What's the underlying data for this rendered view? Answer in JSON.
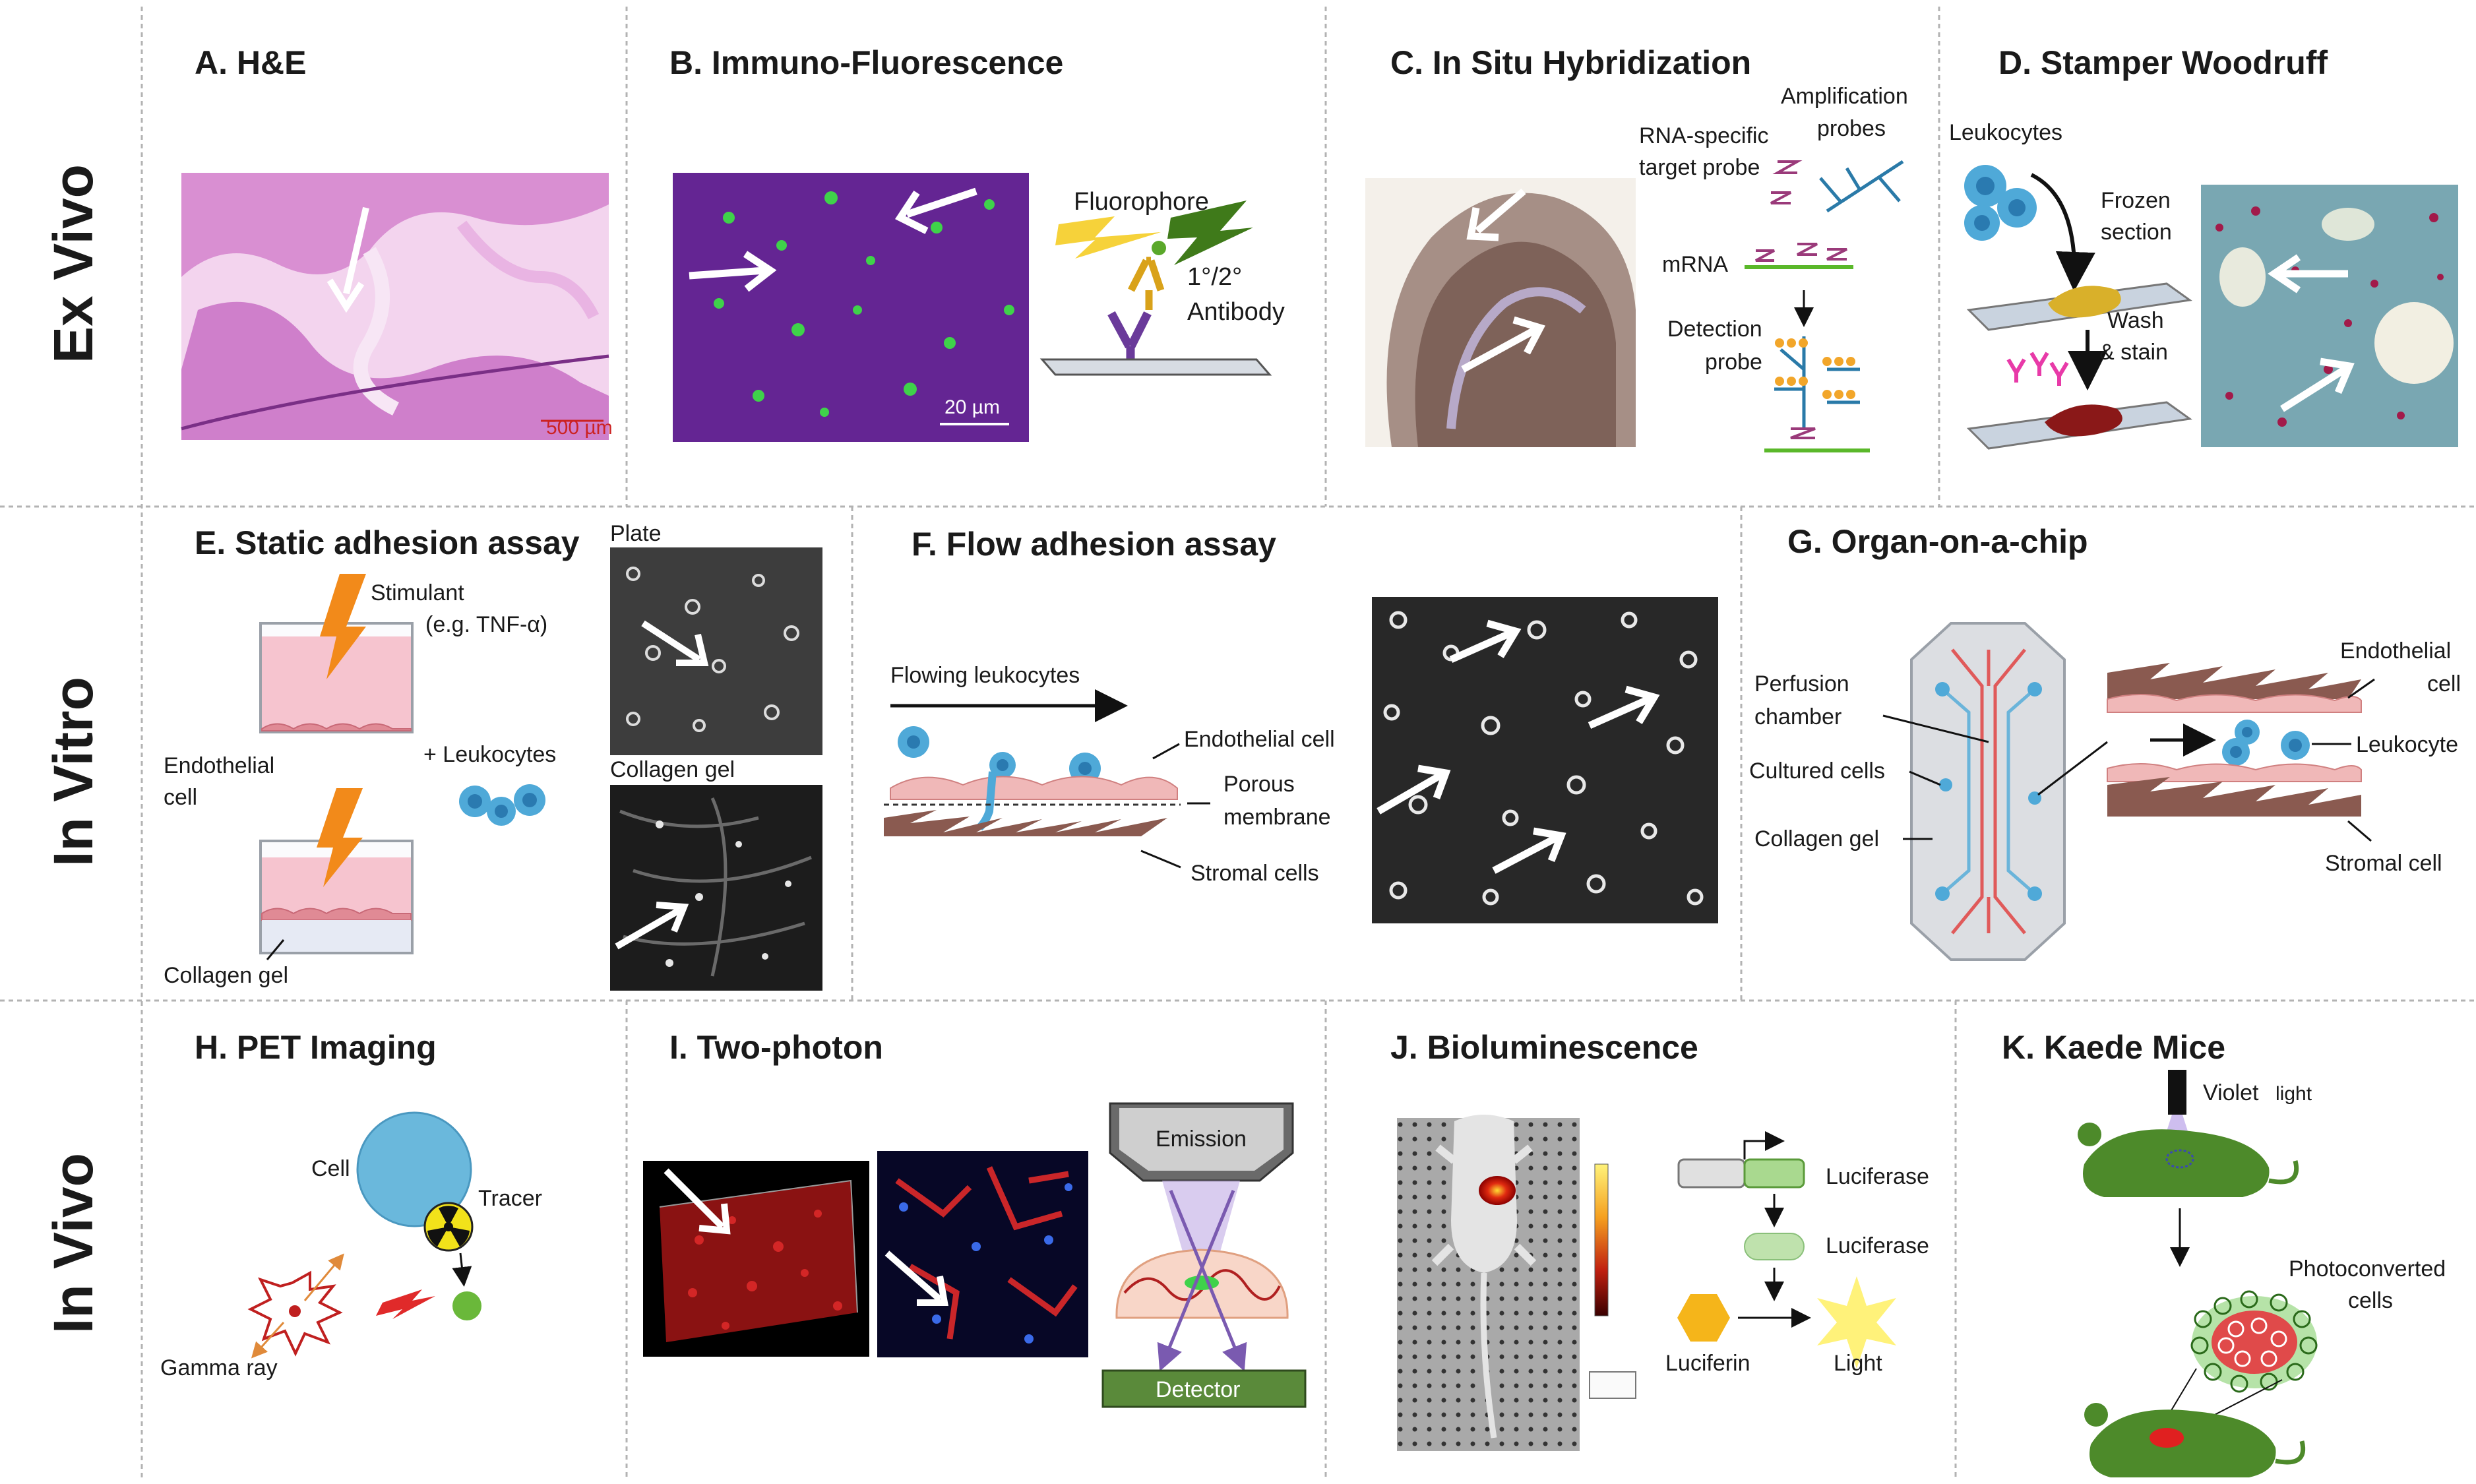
{
  "rows": [
    {
      "label": "Ex Vivo"
    },
    {
      "label": "In Vitro"
    },
    {
      "label": "In Vivo"
    }
  ],
  "panels": {
    "A": {
      "title": "A. H&E",
      "scale": "500 µm"
    },
    "B": {
      "title": "B. Immuno-Fluorescence",
      "scale": "20 µm",
      "fluorophore": "Fluorophore",
      "antibody_1": "1°/2°",
      "antibody_2": "Antibody"
    },
    "C": {
      "title": "C. In Situ Hybridization",
      "amp_1": "Amplification",
      "amp_2": "probes",
      "rna_1": "RNA-specific",
      "rna_2": "target probe",
      "mrna": "mRNA",
      "det_1": "Detection",
      "det_2": "probe"
    },
    "D": {
      "title": "D. Stamper Woodruff",
      "leukocytes": "Leukocytes",
      "frozen_1": "Frozen",
      "frozen_2": "section",
      "wash_1": "Wash",
      "wash_2": "& stain"
    },
    "E": {
      "title": "E. Static adhesion assay",
      "stimulant": "Stimulant",
      "tnf": "(e.g. TNF-α)",
      "endo_1": "Endothelial",
      "endo_2": "cell",
      "leuko": "+ Leukocytes",
      "collagen": "Collagen gel",
      "plate": "Plate",
      "collagen_img": "Collagen gel"
    },
    "F": {
      "title": "F. Flow adhesion assay",
      "flowing": "Flowing leukocytes",
      "endothelial": "Endothelial cell",
      "porous_1": "Porous",
      "porous_2": "membrane",
      "stromal": "Stromal cells"
    },
    "G": {
      "title": "G. Organ-on-a-chip",
      "perfusion_1": "Perfusion",
      "perfusion_2": "chamber",
      "cultured": "Cultured cells",
      "collagen": "Collagen gel",
      "endo_1": "Endothelial",
      "endo_2": "cell",
      "leukocyte": "Leukocyte",
      "stromal": "Stromal cell"
    },
    "H": {
      "title": "H. PET Imaging",
      "cell": "Cell",
      "tracer": "Tracer",
      "gamma": "Gamma ray"
    },
    "I": {
      "title": "I. Two-photon",
      "emission": "Emission",
      "detector": "Detector"
    },
    "J": {
      "title": "J. Bioluminescence",
      "luciferase_1": "Luciferase",
      "luciferase_2": "Luciferase",
      "luciferin": "Luciferin",
      "light": "Light"
    },
    "K": {
      "title": "K. Kaede Mice",
      "violet": "Violet",
      "light": "light",
      "photo_1": "Photoconverted",
      "photo_2": "cells"
    }
  },
  "colors": {
    "divider": "#b3b3b3",
    "he_pink": "#e6a3de",
    "if_purple": "#7a2fa8",
    "if_green": "#3fd24a",
    "cell_blue": "#4fa9d8",
    "endothelial_pink": "#f0b8b8",
    "stromal_brown": "#8a5a50",
    "mouse_green": "#4d8a2a",
    "detector_green": "#5a8a3a",
    "lightning_orange": "#f28a1a"
  }
}
